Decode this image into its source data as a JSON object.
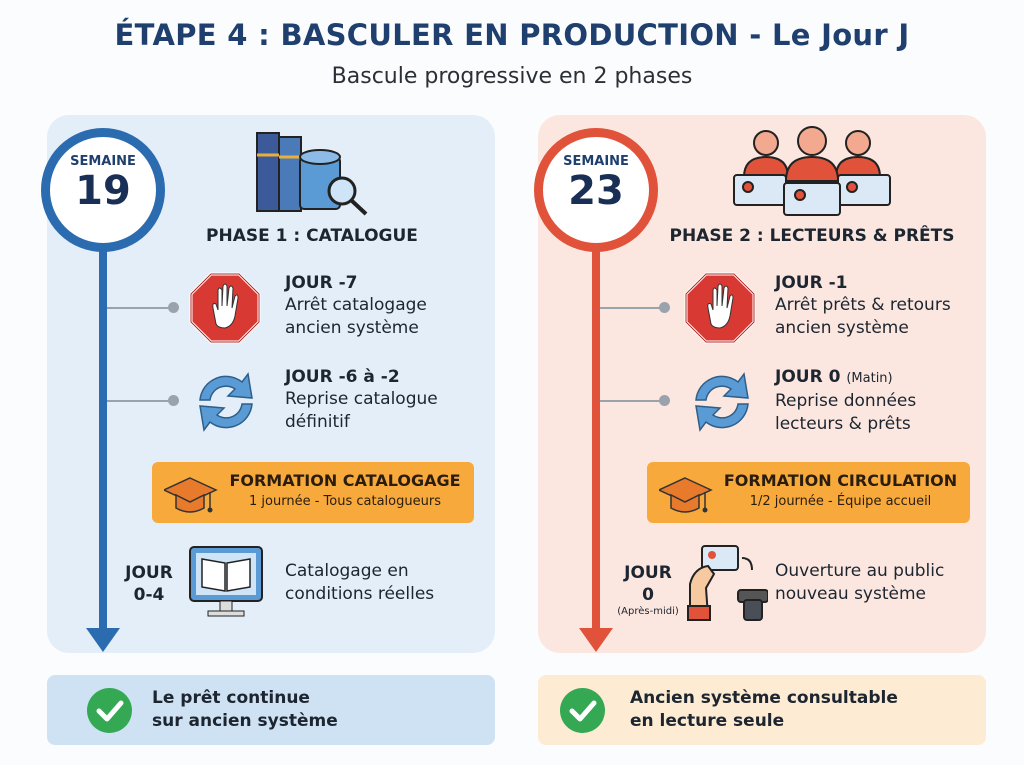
{
  "title": "ÉTAPE 4 : BASCULER EN PRODUCTION - Le Jour J",
  "subtitle": "Bascule progressive en 2 phases",
  "colors": {
    "phase1": "#2b6cb0",
    "phase2": "#e0533a",
    "formation": "#f7a93c",
    "check": "#34a853"
  },
  "phases": [
    {
      "week_label": "SEMAINE",
      "week": "19",
      "title": "PHASE 1 : CATALOGUE",
      "icon": "books-database-icon",
      "steps": [
        {
          "day": "JOUR -7",
          "note": "",
          "line1": "Arrêt catalogage",
          "line2": "ancien système",
          "icon": "stop-hand-icon"
        },
        {
          "day": "JOUR -6 à -2",
          "note": "",
          "line1": "Reprise catalogue",
          "line2": "définitif",
          "icon": "sync-icon"
        }
      ],
      "formation": {
        "title": "FORMATION CATALOGAGE",
        "detail": "1 journée - Tous catalogueurs"
      },
      "final": {
        "day1": "JOUR",
        "day2": "0-4",
        "note": "",
        "line1": "Catalogage en",
        "line2": "conditions réelles",
        "icon": "monitor-book-icon"
      },
      "footer": {
        "line1": "Le prêt continue",
        "line2": "sur ancien système"
      }
    },
    {
      "week_label": "SEMAINE",
      "week": "23",
      "title": "PHASE 2 : LECTEURS & PRÊTS",
      "icon": "readers-cards-icon",
      "steps": [
        {
          "day": "JOUR -1",
          "note": "",
          "line1": "Arrêt prêts & retours",
          "line2": "ancien système",
          "icon": "stop-hand-icon"
        },
        {
          "day": "JOUR 0",
          "note": "(Matin)",
          "line1": "Reprise données",
          "line2": "lecteurs & prêts",
          "icon": "sync-icon"
        }
      ],
      "formation": {
        "title": "FORMATION CIRCULATION",
        "detail": "1/2 journée - Équipe accueil"
      },
      "final": {
        "day1": "JOUR",
        "day2": "0",
        "note": "(Après-midi)",
        "line1": "Ouverture au public",
        "line2": "nouveau système",
        "icon": "card-scanner-icon"
      },
      "footer": {
        "line1": "Ancien système consultable",
        "line2": "en lecture seule"
      }
    }
  ]
}
